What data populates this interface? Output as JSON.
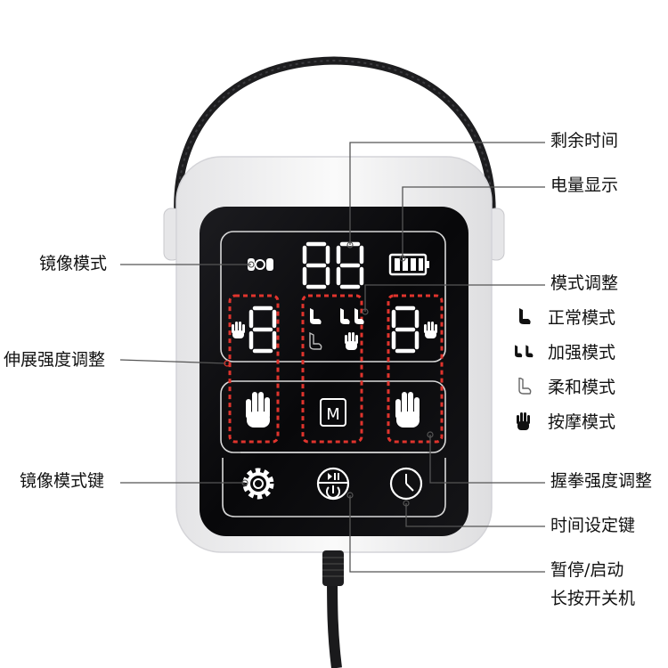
{
  "labels": {
    "remaining_time": "剩余时间",
    "battery_display": "电量显示",
    "mirror_mode": "镜像模式",
    "mode_adjust": "模式调整",
    "extend_strength_adjust": "伸展强度调整",
    "mirror_mode_key": "镜像模式键",
    "grip_strength_adjust": "握拳强度调整",
    "time_setting_key": "时间设定键",
    "pause_start": "暂停/启动",
    "long_press_power": "长按开关机"
  },
  "modes": [
    {
      "icon": "single-arm-icon",
      "label": "正常模式"
    },
    {
      "icon": "double-arm-icon",
      "label": "加强模式"
    },
    {
      "icon": "outline-arm-icon",
      "label": "柔和模式"
    },
    {
      "icon": "massage-hand-icon",
      "label": "按摩模式"
    }
  ],
  "panel": {
    "time_digits": "88",
    "left_digit": "8",
    "right_digit": "8",
    "m_button": "M"
  },
  "colors": {
    "panel_bg": "#0b0b0d",
    "device_body": "#f1f1f2",
    "red_dash": "#e0342d",
    "segment_white": "#ffffff"
  }
}
